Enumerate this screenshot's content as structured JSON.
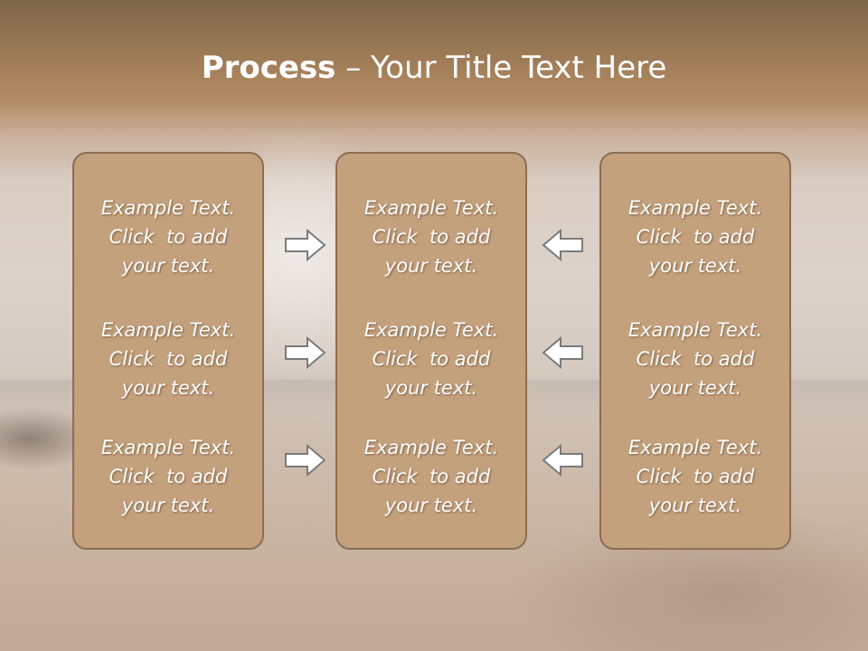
{
  "slide": {
    "title_bold": "Process",
    "title_rest": " – Your Title Text Here"
  },
  "panels": [
    {
      "items": [
        {
          "line1": "Example Text.",
          "line2": "Click  to add",
          "line3": "your text."
        },
        {
          "line1": "Example Text.",
          "line2": "Click  to add",
          "line3": "your text."
        },
        {
          "line1": "Example Text.",
          "line2": "Click  to add",
          "line3": "your text."
        }
      ]
    },
    {
      "items": [
        {
          "line1": "Example Text.",
          "line2": "Click  to add",
          "line3": "your text."
        },
        {
          "line1": "Example Text.",
          "line2": "Click  to add",
          "line3": "your text."
        },
        {
          "line1": "Example Text.",
          "line2": "Click  to add",
          "line3": "your text."
        }
      ]
    },
    {
      "items": [
        {
          "line1": "Example Text.",
          "line2": "Click  to add",
          "line3": "your text."
        },
        {
          "line1": "Example Text.",
          "line2": "Click  to add",
          "line3": "your text."
        },
        {
          "line1": "Example Text.",
          "line2": "Click  to add",
          "line3": "your text."
        }
      ]
    }
  ],
  "icons": {
    "left_column_arrows": "arrow-right-icon",
    "right_column_arrows": "arrow-left-icon"
  },
  "colors": {
    "panel_fill": "#c4a17d",
    "panel_border": "#8a6e54",
    "text": "#ffffff"
  }
}
